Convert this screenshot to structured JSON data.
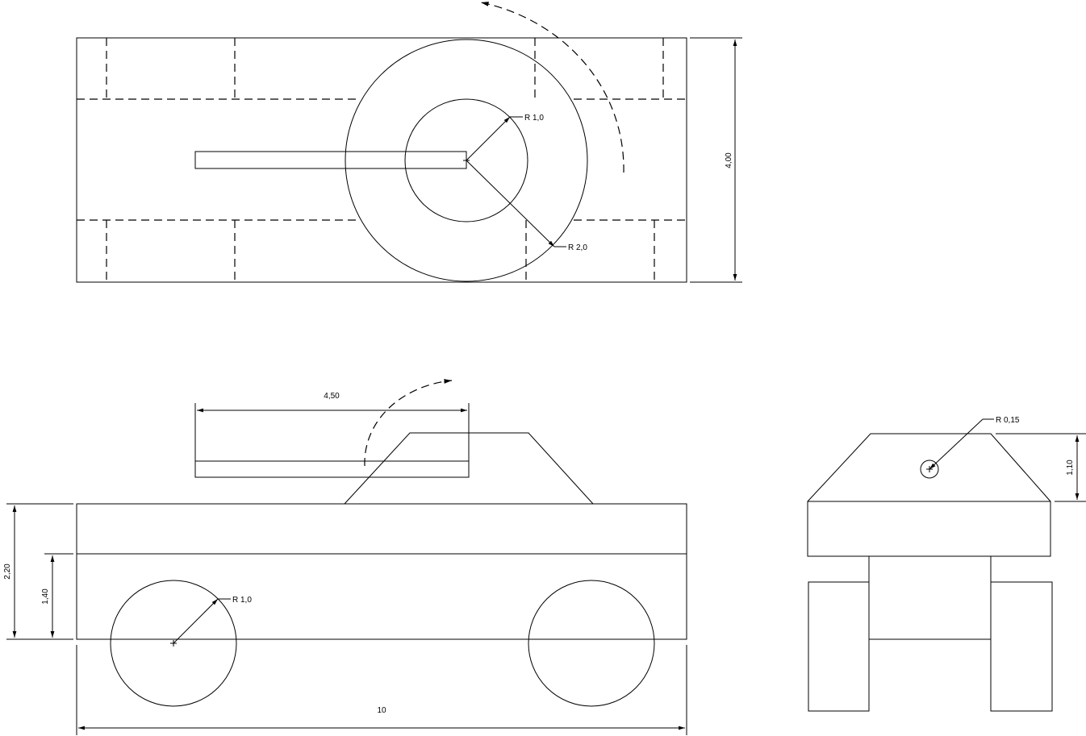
{
  "top_view": {
    "radius_inner": "R 1,0",
    "radius_outer": "R 2,0",
    "width_dim": "4,00"
  },
  "side_view": {
    "barrel_dim": "4,50",
    "height_total": "2,20",
    "height_body": "1,40",
    "wheel_radius": "R 1,0",
    "length_dim": "10"
  },
  "front_view": {
    "hole_radius": "R 0,15",
    "turret_height": "1,10"
  }
}
